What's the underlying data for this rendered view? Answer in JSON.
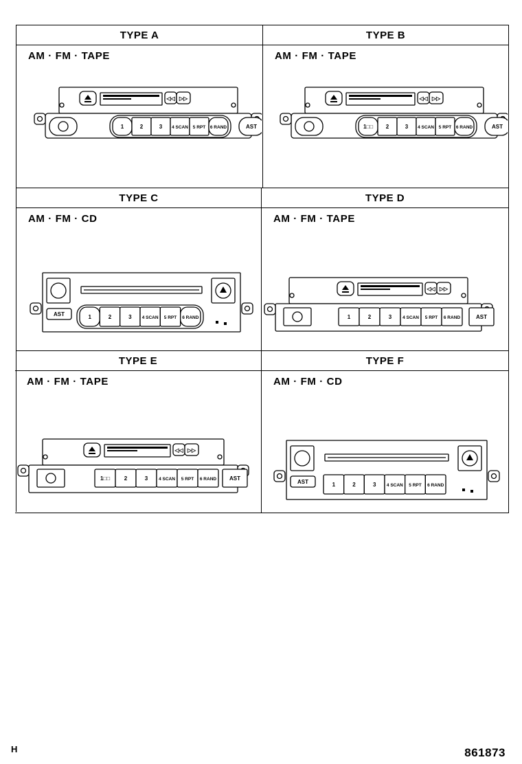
{
  "types": [
    {
      "name": "TYPE A",
      "label": "AM · FM · TAPE",
      "variant": "tape-a"
    },
    {
      "name": "TYPE B",
      "label": "AM · FM · TAPE",
      "variant": "tape-b"
    },
    {
      "name": "TYPE C",
      "label": "AM · FM · CD",
      "variant": "cd-c"
    },
    {
      "name": "TYPE D",
      "label": "AM · FM · TAPE",
      "variant": "tape-d"
    },
    {
      "name": "TYPE E",
      "label": "AM · FM · TAPE",
      "variant": "tape-e"
    },
    {
      "name": "TYPE F",
      "label": "AM · FM · CD",
      "variant": "cd-f"
    }
  ],
  "buttons": {
    "ast": "AST",
    "b1": "1",
    "b1_alt": "1□□",
    "b2": "2",
    "b3": "3",
    "b4": "4 SCAN",
    "b5": "5 RPT",
    "b6": "6 RAND"
  },
  "footer": {
    "left": "H",
    "right": "861873"
  }
}
